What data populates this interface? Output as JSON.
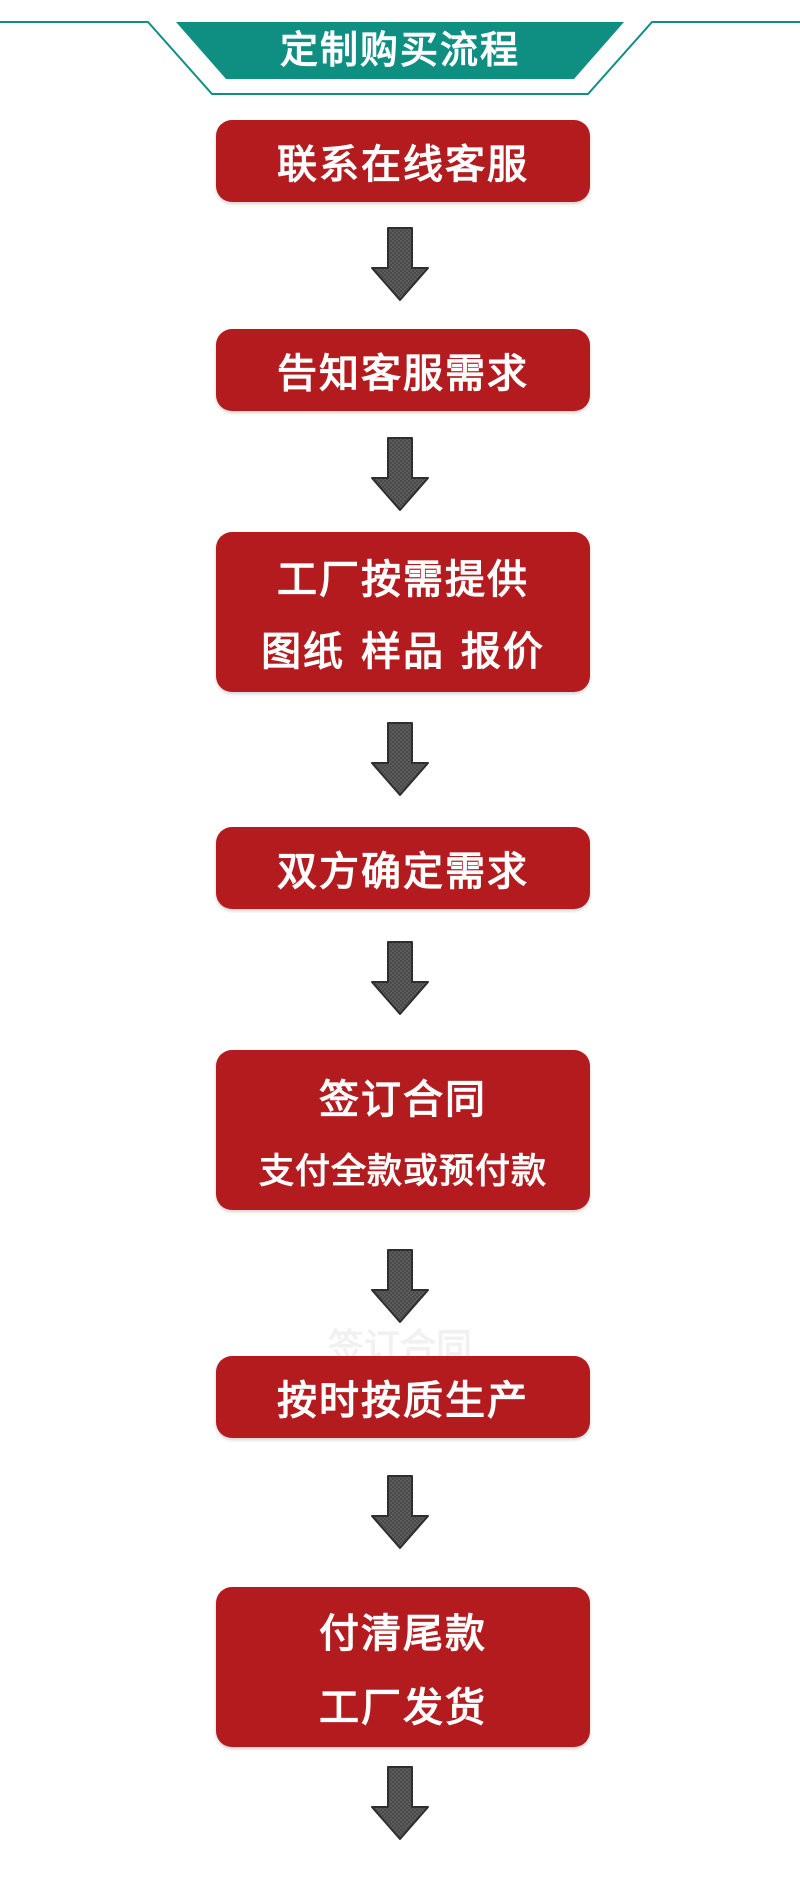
{
  "title": "定制购买流程",
  "accent_color": "#0f8f82",
  "box_color": "#b31b1e",
  "arrow_icon": "down-arrow-icon",
  "steps": [
    {
      "lines": [
        "联系在线客服"
      ]
    },
    {
      "lines": [
        "告知客服需求"
      ]
    },
    {
      "lines": [
        "工厂按需提供",
        "图纸 样品 报价"
      ]
    },
    {
      "lines": [
        "双方确定需求"
      ]
    },
    {
      "lines": [
        "签订合同",
        "支付全款或预付款"
      ]
    },
    {
      "lines": [
        "按时按质生产"
      ]
    },
    {
      "lines": [
        "付清尾款",
        "工厂发货"
      ]
    }
  ],
  "watermark": "签订合同"
}
